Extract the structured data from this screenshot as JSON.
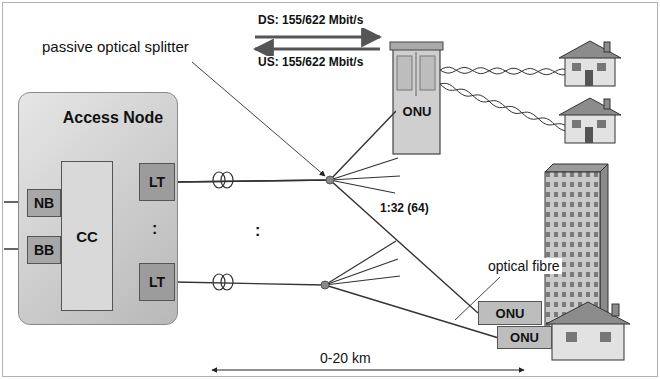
{
  "diagram": {
    "nodes": [
      {
        "text": [
          "Access Node"
        ]
      },
      {
        "text": [
          "NB"
        ],
        "in": 0
      },
      {
        "text": [
          "BB"
        ],
        "in": 0
      },
      {
        "text": [
          "CC"
        ],
        "in": 0
      },
      {
        "text": [
          "LT"
        ],
        "in": 0
      },
      {
        "text": [
          "LT"
        ],
        "in": 0
      },
      {
        "text": [
          "ONU"
        ]
      },
      {
        "text": [
          "ONU"
        ]
      },
      {
        "text": [
          "ONU"
        ]
      }
    ],
    "edges": [
      {
        "from": 4,
        "to": 6,
        "arrow": "none"
      },
      {
        "from": 4,
        "to": 7,
        "arrow": "none"
      },
      {
        "from": 5,
        "to": 8,
        "arrow": "none"
      }
    ],
    "labels": [
      "passive optical splitter",
      "DS: 155/622 Mbit/s",
      "US: 155/622 Mbit/s",
      ":",
      ":",
      "1:32 (64)",
      "optical fibre",
      "0-20 km"
    ]
  }
}
